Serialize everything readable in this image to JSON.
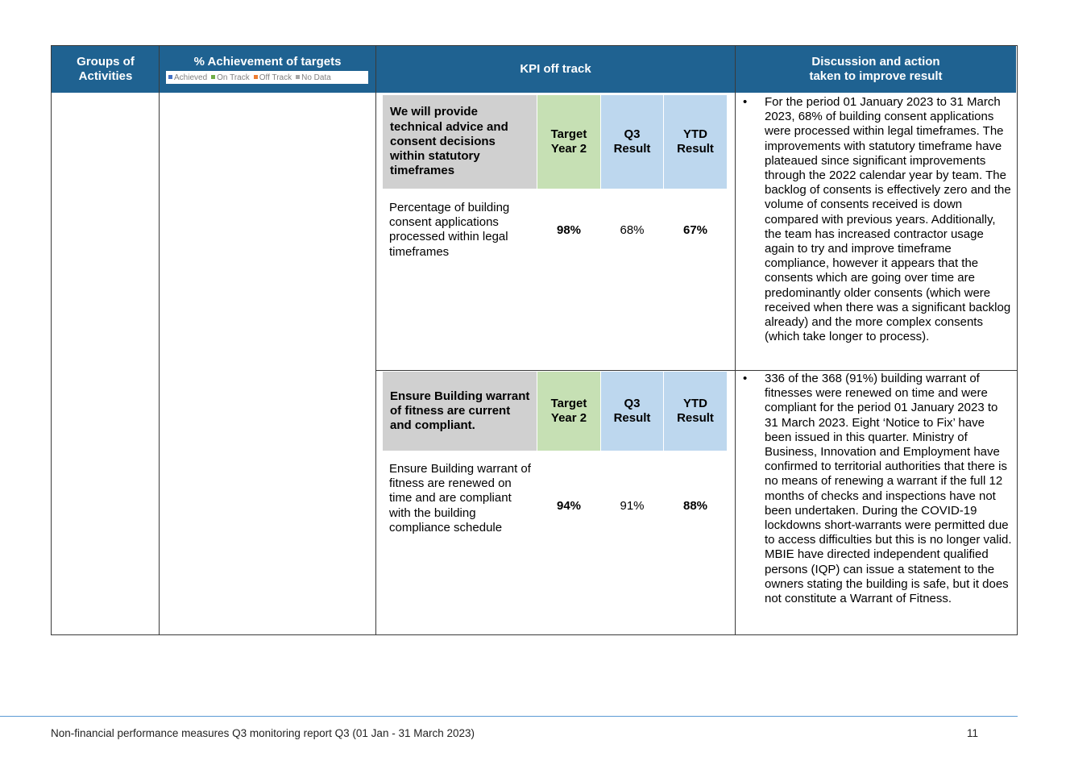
{
  "header": {
    "groups_label_1": "Groups of",
    "groups_label_2": "Activities",
    "achievement_label": "% Achievement of targets",
    "kpi_label": "KPI off track",
    "discussion_label_1": "Discussion and action",
    "discussion_label_2": "taken to improve result"
  },
  "legend": [
    {
      "label": "Achieved",
      "color": "#4472c4"
    },
    {
      "label": "On Track",
      "color": "#70ad47"
    },
    {
      "label": "Off Track",
      "color": "#ed7d31"
    },
    {
      "label": "No Data",
      "color": "#a5a5a5"
    }
  ],
  "kpi_rows": [
    {
      "title": "We will provide technical advice and consent decisions within statutory timeframes",
      "col_target": "Target Year 2",
      "col_q3": "Q3 Result",
      "col_ytd": "YTD Result",
      "measure": "Percentage of building consent applications processed within legal timeframes",
      "target": "98%",
      "q3": "68%",
      "ytd": "67%",
      "discussion": "For the period 01 January 2023 to 31 March 2023, 68% of building consent applications were processed within legal timeframes. The improvements with statutory timeframe have plateaued since significant improvements through the 2022 calendar year by team. The backlog of consents is effectively zero and the volume of consents received is down compared with previous years. Additionally, the team has increased contractor usage again to try and improve timeframe compliance, however it appears that the consents which are going over time are predominantly older consents (which were received when there was a significant backlog already) and the more complex consents (which take longer to process)."
    },
    {
      "title": "Ensure Building warrant of fitness are current and compliant.",
      "col_target": "Target Year 2",
      "col_q3": "Q3 Result",
      "col_ytd": "YTD Result",
      "measure": "Ensure Building warrant of fitness are renewed on time and are compliant with the building compliance schedule",
      "target": "94%",
      "q3": "91%",
      "ytd": "88%",
      "discussion": "336 of the 368 (91%) building warrant of fitnesses were renewed on time and were compliant for the period 01 January 2023 to 31 March 2023.  Eight ‘Notice to Fix’ have been issued in this quarter. Ministry of Business, Innovation and Employment have confirmed to territorial authorities that there is no means of renewing a warrant if the full 12 months of checks and inspections have not been undertaken. During the COVID-19 lockdowns short-warrants were permitted due to access difficulties but this is no longer valid. MBIE have directed independent qualified persons (IQP) can issue a statement to the owners stating the building is safe, but it does not constitute a Warrant of Fitness."
    }
  ],
  "footer": {
    "text": "Non-financial performance measures Q3 monitoring report Q3 (01 Jan - 31 March 2023)",
    "page": "11"
  },
  "colors": {
    "header_bg": "#1f6291",
    "title_grey": "#d0d0d0",
    "target_green": "#c6e0b4",
    "result_blue": "#bdd7ee",
    "footer_line": "#5b9bd5"
  }
}
